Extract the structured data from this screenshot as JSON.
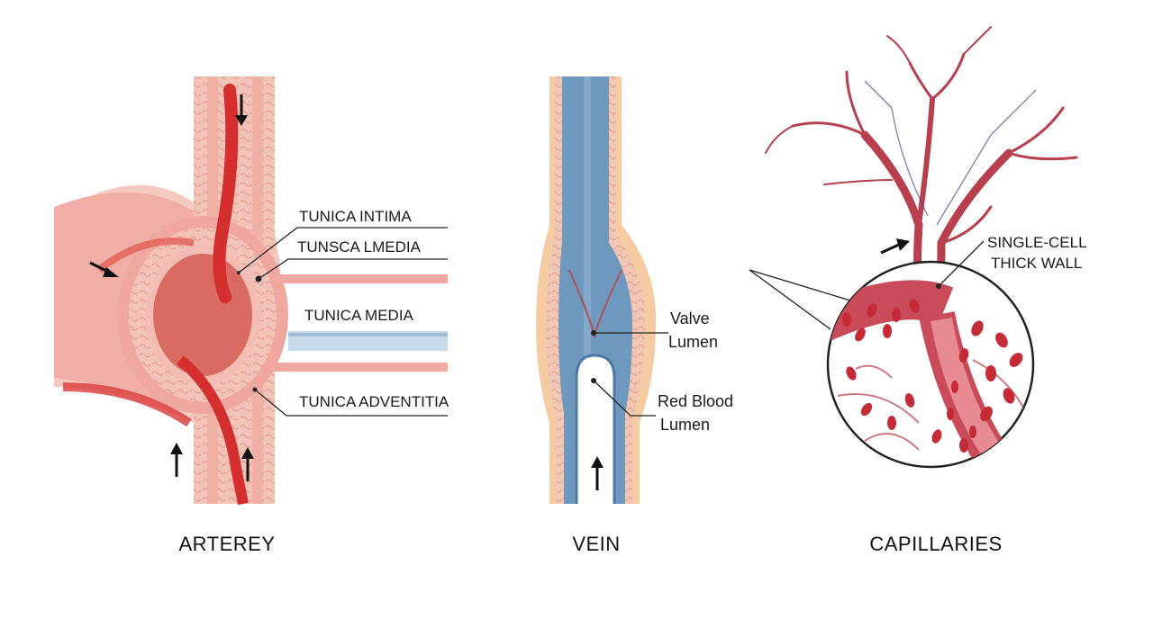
{
  "panels": {
    "artery": {
      "title": "ARTEREY",
      "labels": [
        "TUNICA INTIMA",
        "TUNSCA LMEDIA",
        "TUNICA MEDIA",
        "TUNICA ADVENTITIA"
      ]
    },
    "vein": {
      "title": "VEIN",
      "labels": [
        "Valve",
        "Lumen",
        "Red Blood",
        "Lumen"
      ]
    },
    "capillaries": {
      "title": "CAPILLARIES",
      "labels": [
        "SINGLE-CELL",
        "THICK WALL"
      ]
    }
  },
  "colors": {
    "artery_red": "#d93a3a",
    "artery_pink": "#f2b3a8",
    "vein_blue": "#6e98bd",
    "vein_tan": "#f4c9a0",
    "capillary_red": "#b8404e"
  }
}
